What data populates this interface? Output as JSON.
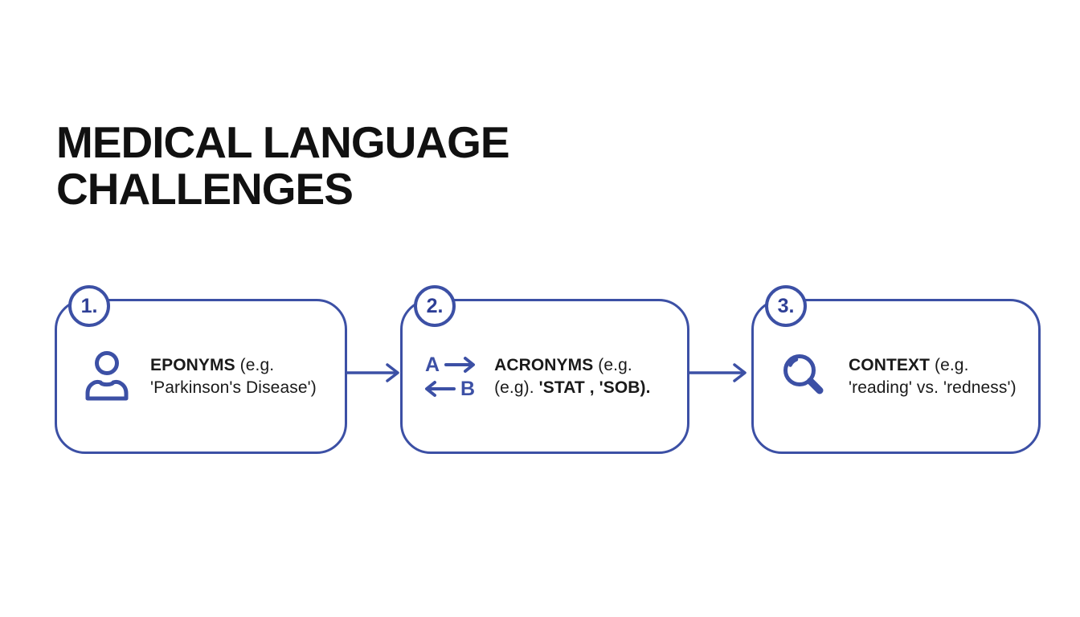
{
  "page": {
    "background": "#FFFFFF"
  },
  "title": {
    "line1": "MEDICAL LANGUAGE",
    "line2": "CHALLENGES",
    "color": "#111111"
  },
  "flow": {
    "accent_color": "#3C50A5",
    "steps": [
      {
        "number": "1.",
        "icon": "person-icon",
        "term": "EPONYMS",
        "line1_rest": " (e.g.",
        "line2_prefix": "",
        "line2_bold": "",
        "line2_rest": "'Parkinson's Disease')"
      },
      {
        "number": "2.",
        "icon": "translation-arrows-icon",
        "ab_top": "A",
        "ab_bottom": "B",
        "term": "ACRONYMS",
        "line1_rest": " (e.g.",
        "line2_prefix": "(e.g). ",
        "line2_bold": "'STAT , 'SOB).",
        "line2_rest": ""
      },
      {
        "number": "3.",
        "icon": "magnifier-icon",
        "term": "CONTEXT",
        "line1_rest": " (e.g.",
        "line2_prefix": "",
        "line2_bold": "",
        "line2_rest": "'reading' vs. 'redness')"
      }
    ],
    "connectors": [
      {
        "icon": "right-arrow-icon"
      },
      {
        "icon": "right-arrow-icon"
      }
    ]
  }
}
